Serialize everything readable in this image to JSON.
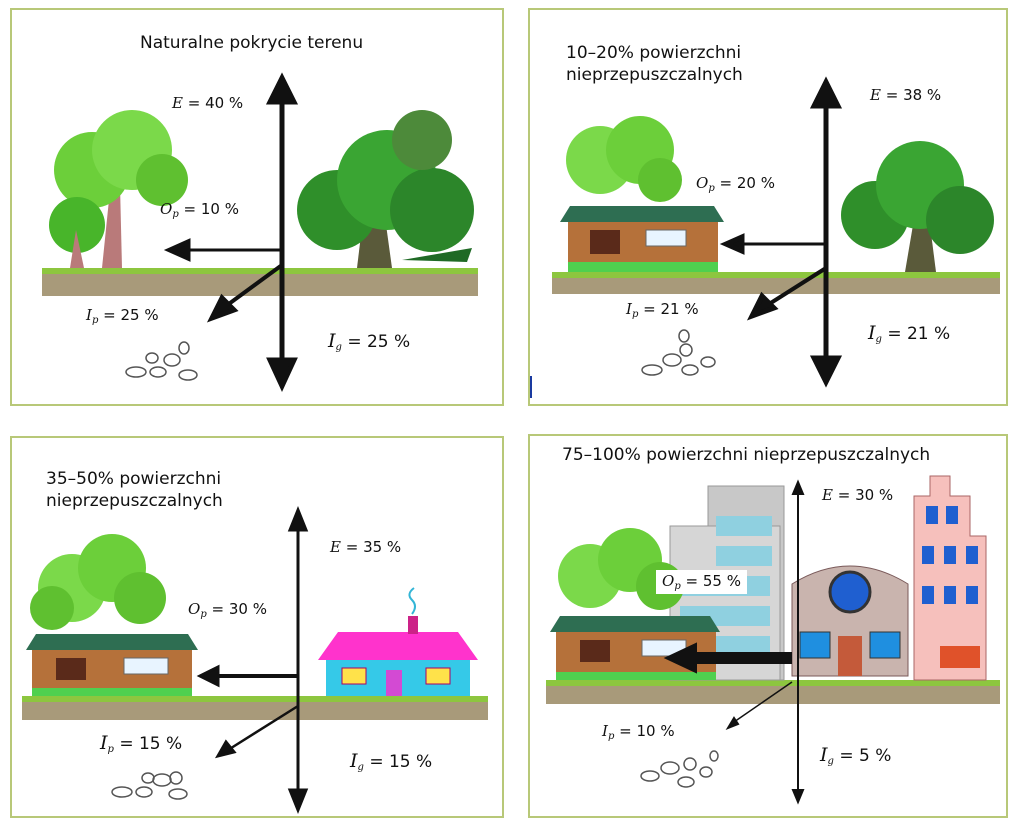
{
  "panels": [
    {
      "title": "Naturalne pokrycie terenu",
      "e": {
        "sym": "E",
        "value": "= 40 %"
      },
      "op": {
        "sym": "O",
        "sub": "p",
        "value": "= 10 %"
      },
      "ip": {
        "sym": "I",
        "sub": "p",
        "value": "= 25 %"
      },
      "ig": {
        "sym": "I",
        "sub": "g",
        "value": "= 25 %"
      }
    },
    {
      "title_line1": "10–20% powierzchni",
      "title_line2": "nieprzepuszczalnych",
      "e": {
        "sym": "E",
        "value": "= 38 %"
      },
      "op": {
        "sym": "O",
        "sub": "p",
        "value": "= 20 %"
      },
      "ip": {
        "sym": "I",
        "sub": "p",
        "value": "= 21 %"
      },
      "ig": {
        "sym": "I",
        "sub": "g",
        "value": "= 21 %"
      }
    },
    {
      "title_line1": "35–50% powierzchni",
      "title_line2": "nieprzepuszczalnych",
      "e": {
        "sym": "E",
        "value": "= 35 %"
      },
      "op": {
        "sym": "O",
        "sub": "p",
        "value": "= 30 %"
      },
      "ip": {
        "sym": "I",
        "sub": "p",
        "value": "= 15 %"
      },
      "ig": {
        "sym": "I",
        "sub": "g",
        "value": "= 15 %"
      }
    },
    {
      "title": "75–100% powierzchni nieprzepuszczalnych",
      "e": {
        "sym": "E",
        "value": "= 30 %"
      },
      "op": {
        "sym": "O",
        "sub": "p",
        "value": "= 55 %"
      },
      "ip": {
        "sym": "I",
        "sub": "p",
        "value": "= 10 %"
      },
      "ig": {
        "sym": "I",
        "sub": "g",
        "value": "= 5 %"
      }
    }
  ]
}
